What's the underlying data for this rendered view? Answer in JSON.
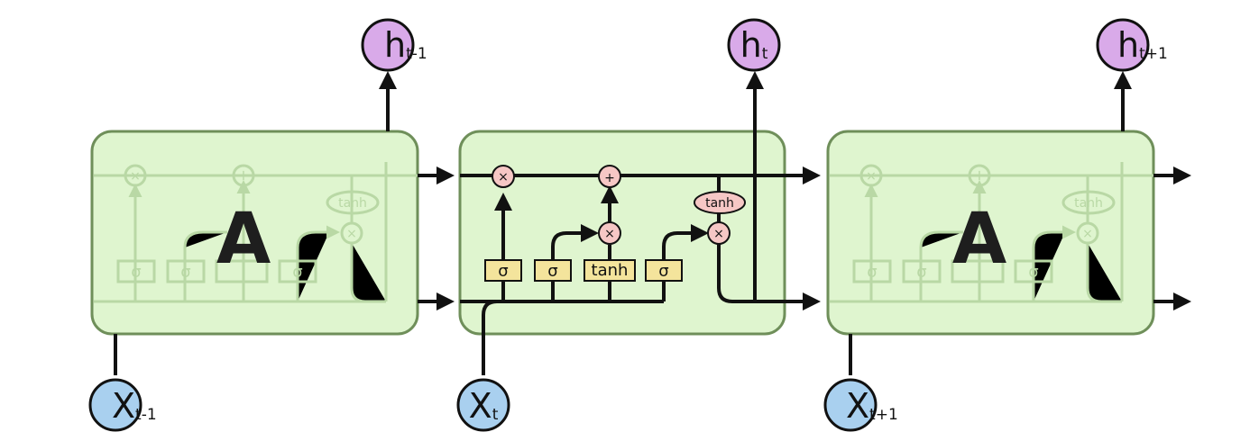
{
  "cells": [
    {
      "label": "A"
    },
    {
      "label": ""
    },
    {
      "label": "A"
    }
  ],
  "outputs": [
    {
      "main": "h",
      "sub": "t-1"
    },
    {
      "main": "h",
      "sub": "t"
    },
    {
      "main": "h",
      "sub": "t+1"
    }
  ],
  "inputs": [
    {
      "main": "X",
      "sub": "t-1"
    },
    {
      "main": "X",
      "sub": "t"
    },
    {
      "main": "X",
      "sub": "t+1"
    }
  ],
  "middle": {
    "gates": [
      "σ",
      "σ",
      "tanh",
      "σ"
    ],
    "ops": {
      "mult": "×",
      "add": "+",
      "tanh": "tanh"
    }
  },
  "ghost": {
    "gates": [
      "σ",
      "σ",
      "",
      "σ"
    ],
    "ops": {
      "mult": "×",
      "add": "+",
      "tanh": "tanh"
    }
  },
  "colors": {
    "cell_fill": "#dff5cf",
    "cell_stroke": "#6f8f5a",
    "output_node": "#d9aae9",
    "input_node": "#a9d0ef",
    "pointwise_op": "#f6c7c5",
    "gate_layer": "#f4e49c"
  }
}
